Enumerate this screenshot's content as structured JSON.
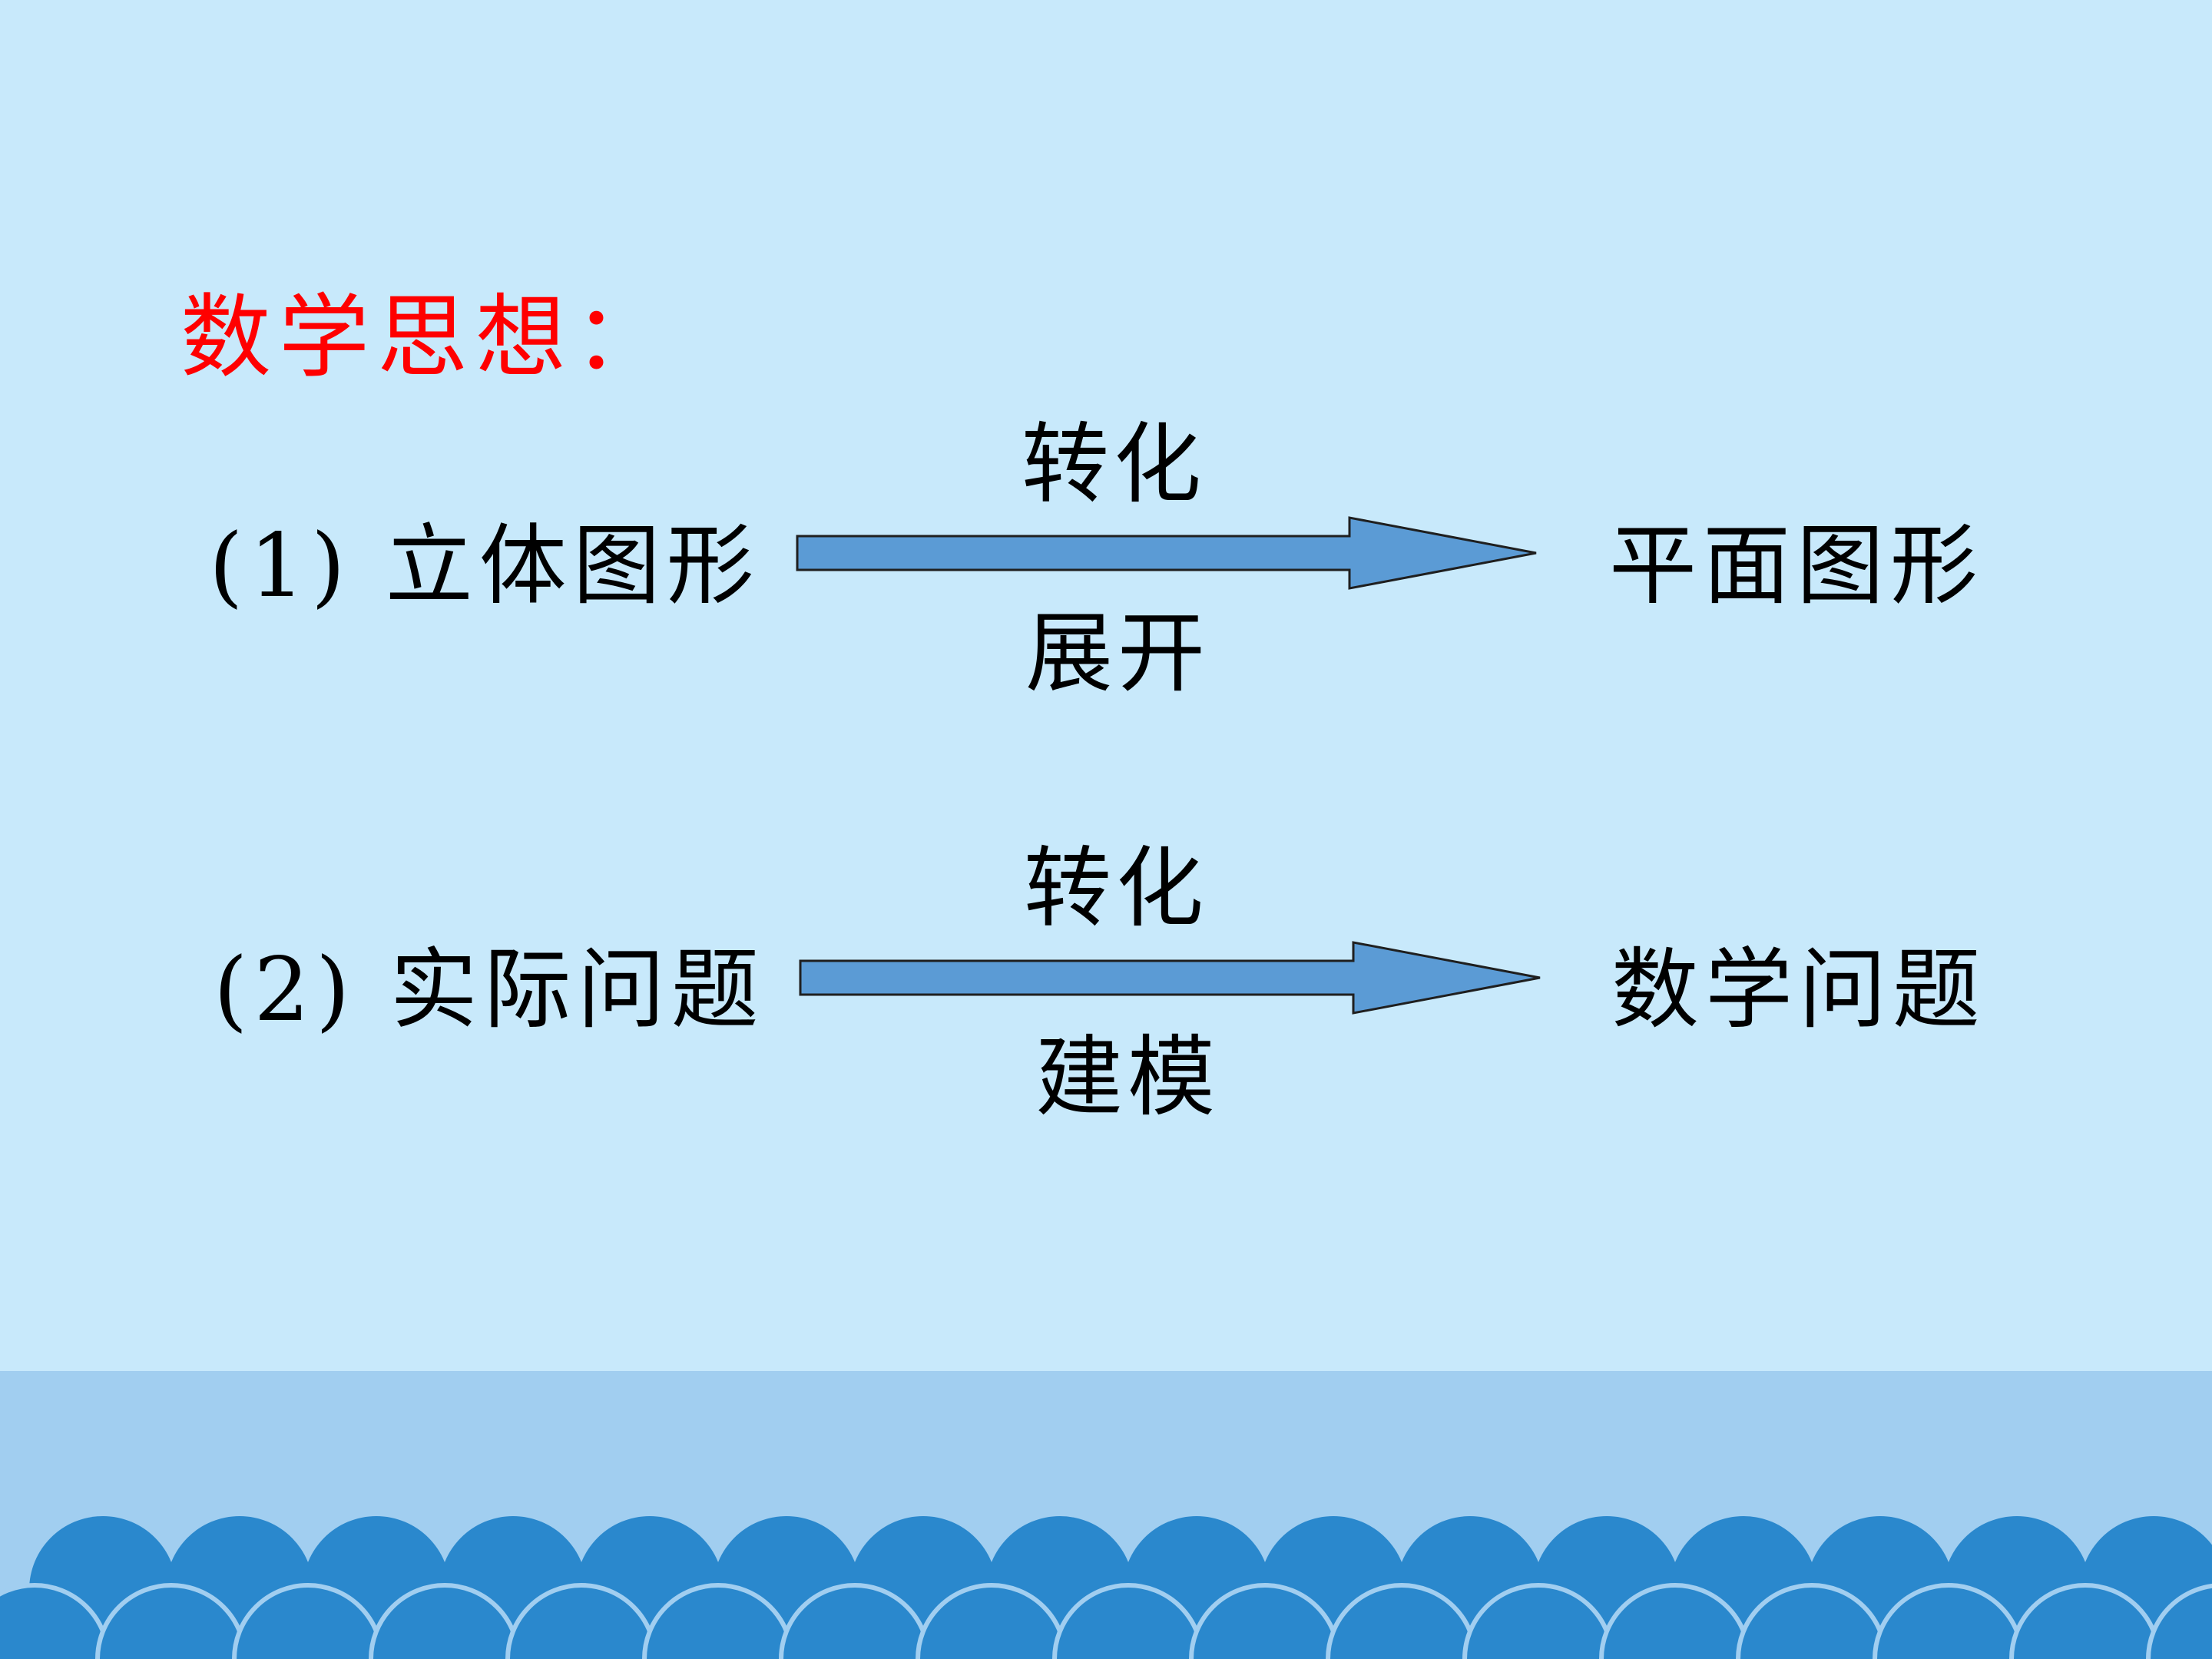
{
  "heading": "数学思想：",
  "rows": [
    {
      "left": "(1) 立体图形",
      "right": "平面图形",
      "above": "转化",
      "below": "展开"
    },
    {
      "left": "(2) 实际问题",
      "right": "数学问题",
      "above": "转化",
      "below": "建模"
    }
  ],
  "colors": {
    "background": "#c8e9fb",
    "heading": "#ff0000",
    "arrow_fill": "#5b9bd5",
    "wave_band": "#a1cef0",
    "wave_circle": "#2a88cd"
  }
}
